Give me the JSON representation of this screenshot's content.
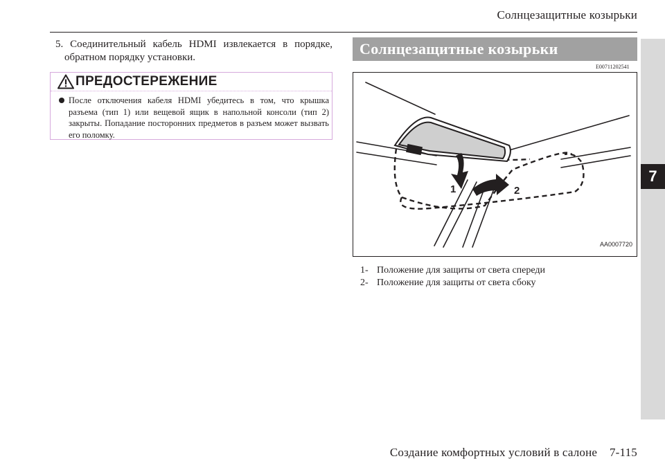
{
  "header": {
    "title": "Солнцезащитные козырьки"
  },
  "chapter_tab": "7",
  "step_5": "5. Соединительный кабель HDMI извлекается в порядке, обратном порядку установки.",
  "warning": {
    "title": "ПРЕДОСТЕРЕЖЕНИЕ",
    "text": "После отключения кабеля HDMI убедитесь в том, что крышка разъема (тип 1) или вещевой ящик в напольной консоли (тип 2) закрыты. Попадание посторонних предметов в разъем может вызвать его поломку."
  },
  "section": {
    "title": "Солнцезащитные козырьки",
    "ref_code": "E00711202541"
  },
  "figure": {
    "code": "AA0007720",
    "label_1": "1",
    "label_2": "2"
  },
  "legend": [
    {
      "num": "1-",
      "text": "Положение для защиты от света спереди"
    },
    {
      "num": "2-",
      "text": "Положение для защиты от света сбоку"
    }
  ],
  "footer": {
    "text": "Создание комфортных условий в салоне    7-115"
  }
}
